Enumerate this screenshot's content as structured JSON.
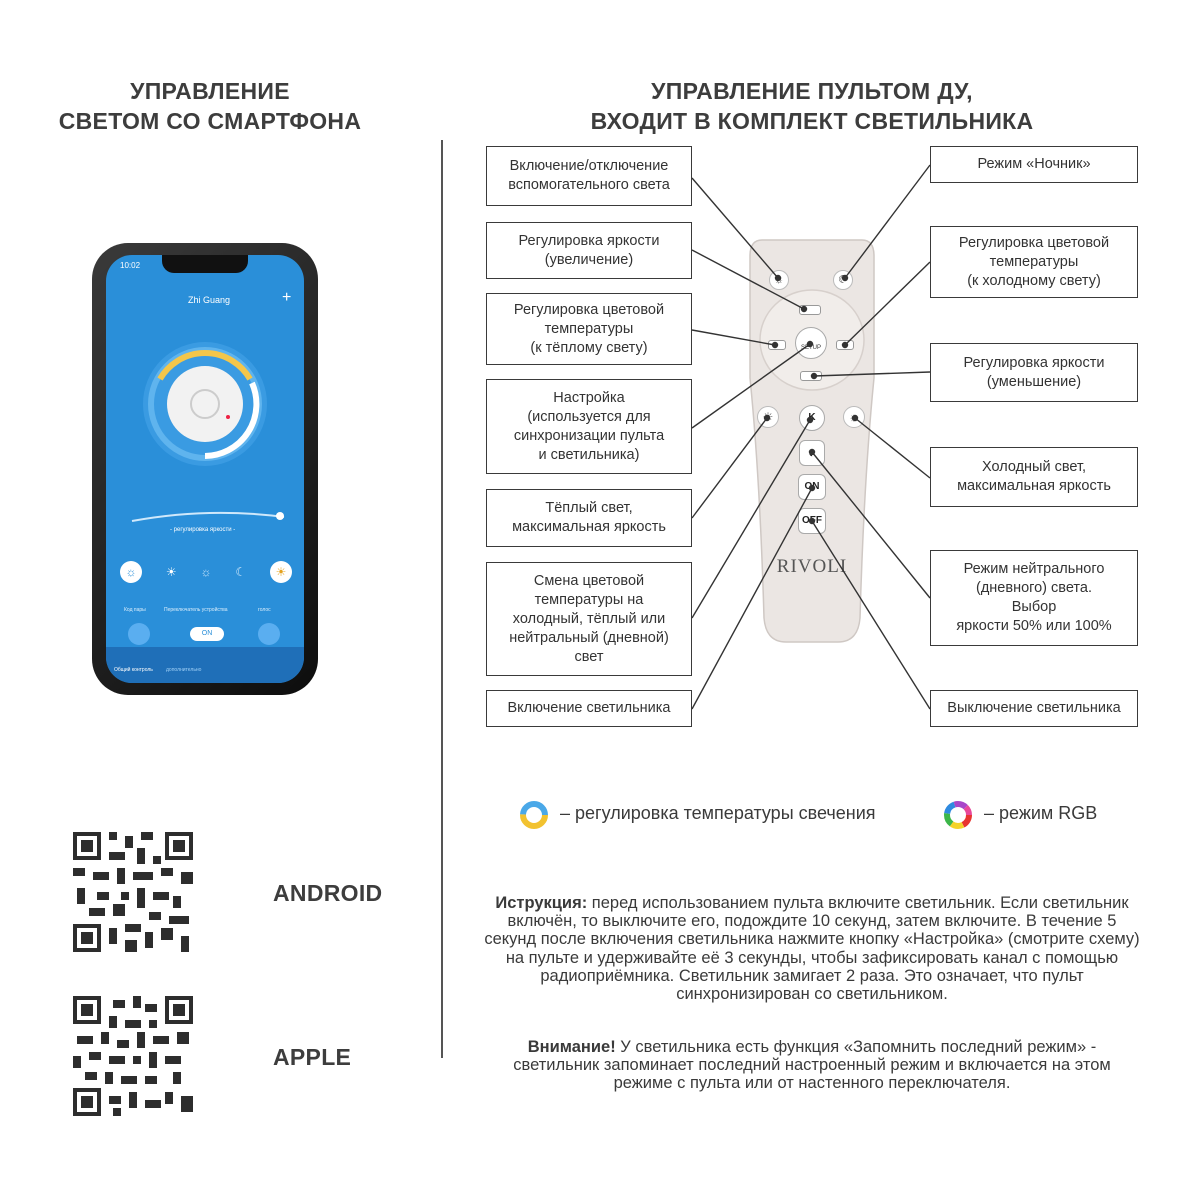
{
  "left_header": [
    "УПРАВЛЕНИЕ",
    "СВЕТОМ СО СМАРТФОНА"
  ],
  "right_header": [
    "УПРАВЛЕНИЕ ПУЛЬТОМ ДУ,",
    "ВХОДИТ В КОМПЛЕКТ СВЕТИЛЬНИКА"
  ],
  "phone": {
    "time": "10:02",
    "app_title": "Zhi Guang",
    "plus": "+",
    "slider_label": "- регулировка яркости -",
    "labels": [
      "Код пары",
      "Переключатель устройства",
      "голос"
    ],
    "switch_on": "ON",
    "nav": [
      "Общий контроль",
      "дополнительно"
    ]
  },
  "remote": {
    "brand": "RIVOLI",
    "buttons": {
      "setup": "SETUP",
      "k": "K",
      "on": "ON",
      "off": "OFF"
    }
  },
  "callouts": {
    "aux_light": "Включение/отключение\nвспомогательного света",
    "night_mode": "Режим «Ночник»",
    "brightness_up": "Регулировка яркости\n(увеличение)",
    "cct_cold": "Регулировка цветовой\nтемпературы\n(к холодному свету)",
    "cct_warm": "Регулировка цветовой\nтемпературы\n(к тёплому свету)",
    "brightness_down": "Регулировка яркости\n(уменьшение)",
    "setup": "Настройка\n(используется для\nсинхронизации пульта\nи светильника)",
    "cold_max": "Холодный свет,\nмаксимальная яркость",
    "warm_max": "Тёплый свет,\nмаксимальная яркость",
    "cct_switch": "Смена цветовой\nтемпературы на\nхолодный, тёплый или\nнейтральный (дневной)\nсвет",
    "neutral": "Режим нейтрального\n(дневного) света.\nВыбор\nяркости 50% или 100%",
    "power_on": "Включение светильника",
    "power_off": "Выключение светильника"
  },
  "legend": {
    "temp": "– регулировка температуры свечения",
    "rgb": "– режим RGB"
  },
  "stores": {
    "android": "ANDROID",
    "apple": "APPLE"
  },
  "instructions": {
    "p1_bold": "Иструкция:",
    "p1": " перед использованием пульта включите светильник. Если светильник включён, то выключите его, подождите 10 секунд, затем включите. В течение 5 секунд после включения светильника нажмите кнопку «Настройка» (смотрите схему) на пульте и удерживайте её 3 секунды, чтобы зафиксировать канал с помощью радиоприёмника. Светильник замигает 2 раза. Это означает, что пульт синхронизирован со светильником.",
    "p2_bold": "Внимание!",
    "p2": " У светильника есть функция «Запомнить последний режим» - светильник запоминает последний настроенный режим и включается на этом режиме с пульта или от настенного переключателя."
  }
}
